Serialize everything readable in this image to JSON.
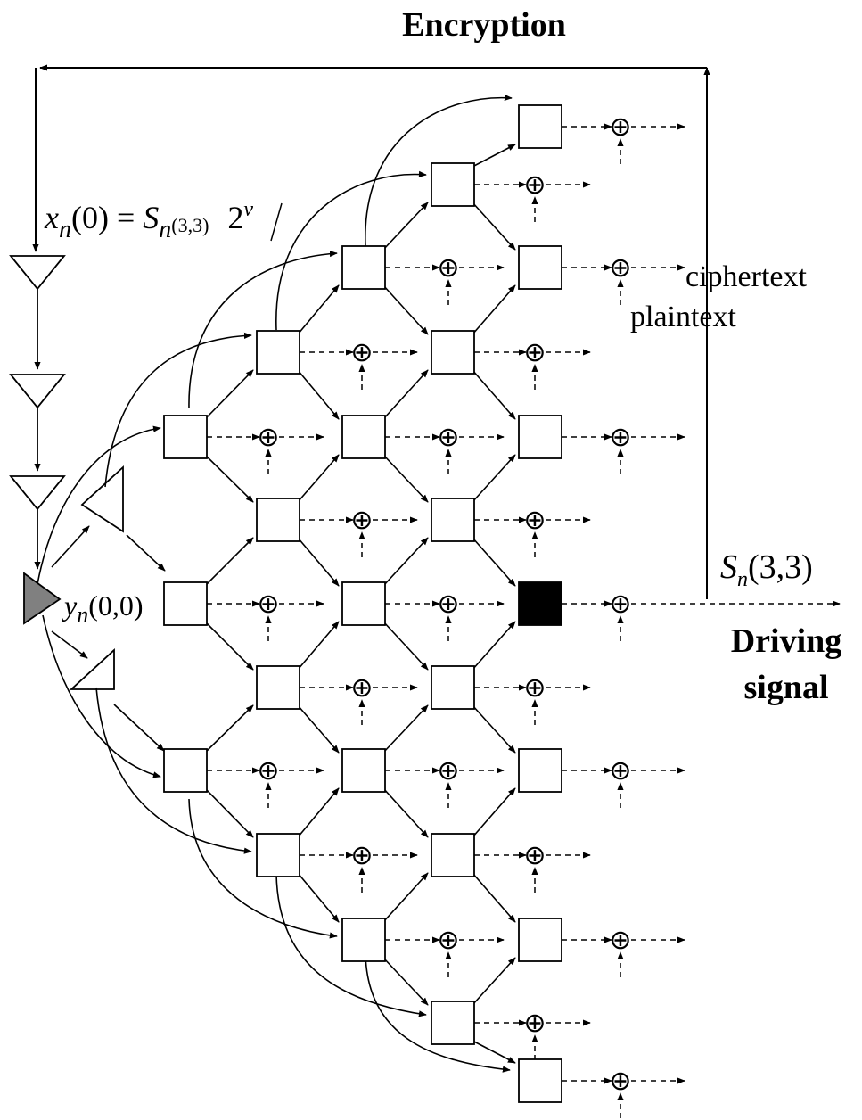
{
  "title": "Encryption",
  "feedback_label": {
    "lhs_var": "x",
    "lhs_sub": "n",
    "lhs_arg": "(0) = ",
    "rhs_var": "S",
    "rhs_sub": "n",
    "rhs_arg": "(3,3)",
    "divisor": "2",
    "exponent": "ν"
  },
  "input_label": {
    "var": "y",
    "sub": "n",
    "arg": "(0,0)"
  },
  "ciphertext_label": "ciphertext",
  "plaintext_label": "plaintext",
  "output_label": {
    "var": "S",
    "sub": "n",
    "arg": "(3,3)"
  },
  "driving_signal_label": {
    "line1": "Driving",
    "line2": "signal"
  },
  "xor_symbol": "⊕",
  "colors": {
    "stroke": "#000000",
    "source_fill": "#808080",
    "highlight_cell": "#000000",
    "background": "#ffffff"
  }
}
